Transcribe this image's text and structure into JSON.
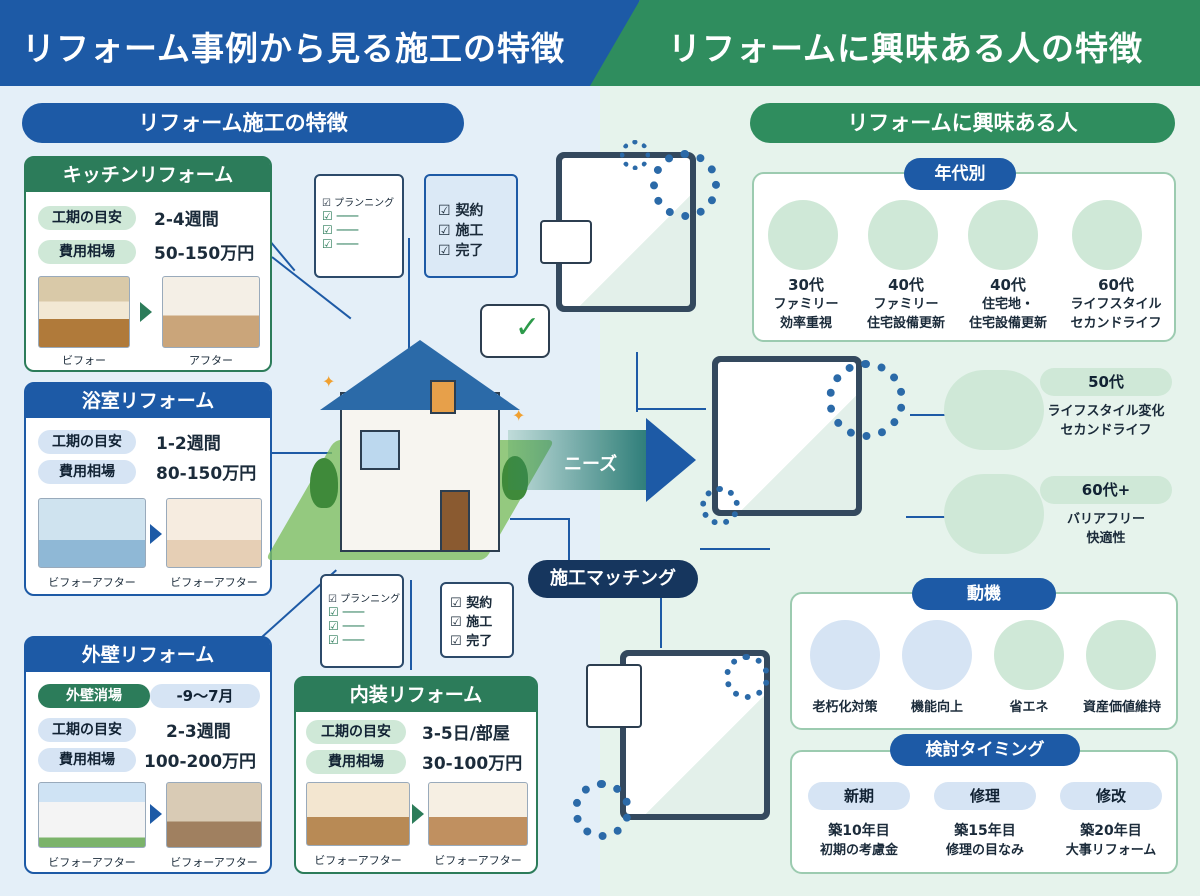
{
  "header": {
    "left_title": "リフォーム事例から見る施工の特徴",
    "right_title": "リフォームに興味ある人の特徴"
  },
  "left": {
    "section_title": "リフォーム施工の特徴",
    "kitchen": {
      "title": "キッチンリフォーム",
      "period_label": "工期の目安",
      "period": "2-4週間",
      "cost_label": "費用相場",
      "cost": "50-150万円",
      "before": "ビフォー",
      "after": "アフター"
    },
    "bath": {
      "title": "浴室リフォーム",
      "period_label": "工期の目安",
      "period": "1-2週間",
      "cost_label": "費用相場",
      "cost": "80-150万円",
      "before": "ビフォーアフター",
      "after": "ビフォーアフター"
    },
    "exterior": {
      "title": "外壁リフォーム",
      "wall_label": "外壁消場",
      "wall": "-9〜7月",
      "period_label": "工期の目安",
      "period": "2-3週間",
      "cost_label": "費用相場",
      "cost": "100-200万円",
      "before": "ビフォーアフター",
      "after": "ビフォーアフター"
    },
    "interior": {
      "title": "内装リフォーム",
      "period_label": "工期の目安",
      "period": "3-5日/部屋",
      "cost_label": "費用相場",
      "cost": "30-100万円",
      "before": "ビフォーアフター",
      "after": "ビフォーアフター"
    },
    "clip1": {
      "items": [
        "プランニング",
        "",
        ""
      ]
    },
    "clip2": {
      "items": [
        "契約",
        "施工",
        "完了"
      ]
    },
    "clip3": {
      "items": [
        "プランニング",
        "",
        ""
      ]
    },
    "clip4": {
      "items": [
        "契約",
        "施工",
        "完了"
      ]
    }
  },
  "center": {
    "needs": "ニーズ",
    "matching": "施工マッチング"
  },
  "right": {
    "section_title": "リフォームに興味ある人",
    "age_title": "年代別",
    "ages": [
      {
        "age": "30代",
        "line1": "ファミリー",
        "line2": "効率重視"
      },
      {
        "age": "40代",
        "line1": "ファミリー",
        "line2": "住宅設備更新"
      },
      {
        "age": "40代",
        "line1": "住宅地・",
        "line2": "住宅設備更新"
      },
      {
        "age": "60代",
        "line1": "ライフスタイル",
        "line2": "セカンドライフ"
      }
    ],
    "age50": {
      "age": "50代",
      "line1": "ライフスタイル変化",
      "line2": "セカンドライフ"
    },
    "age60": {
      "age": "60代+",
      "line1": "バリアフリー",
      "line2": "快適性"
    },
    "motive_title": "動機",
    "motives": [
      "老朽化対策",
      "機能向上",
      "省エネ",
      "資産価値維持"
    ],
    "timing_title": "検討タイミング",
    "timings": [
      {
        "label": "新期",
        "line1": "築10年目",
        "line2": "初期の考慮金"
      },
      {
        "label": "修理",
        "line1": "築15年目",
        "line2": "修理の目なみ"
      },
      {
        "label": "修改",
        "line1": "築20年目",
        "line2": "大事リフォーム"
      }
    ]
  },
  "colors": {
    "blue": "#1d5aa6",
    "green": "#2f8d5e"
  }
}
